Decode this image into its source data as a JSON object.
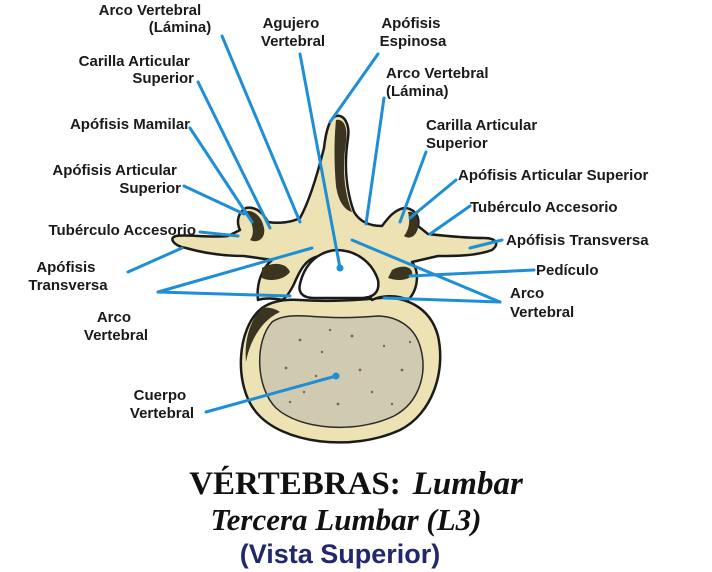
{
  "labels": {
    "arco_vertebral_lamina_left_1": "Arco Vertebral",
    "arco_vertebral_lamina_left_2": "(Lámina)",
    "agujero_vertebral_1": "Agujero",
    "agujero_vertebral_2": "Vertebral",
    "apofisis_espinosa_1": "Apófisis",
    "apofisis_espinosa_2": "Espinosa",
    "carilla_articular_superior_left_1": "Carilla Articular",
    "carilla_articular_superior_left_2": "Superior",
    "arco_vertebral_lamina_right_1": "Arco Vertebral",
    "arco_vertebral_lamina_right_2": "(Lámina)",
    "apofisis_mamilar": "Apófisis Mamilar",
    "carilla_articular_superior_right_1": "Carilla Articular",
    "carilla_articular_superior_right_2": "Superior",
    "apofisis_articular_superior_left_1": "Apófisis Articular",
    "apofisis_articular_superior_left_2": "Superior",
    "apofisis_articular_superior_right": "Apófisis Articular Superior",
    "tuberculo_accesorio_left": "Tubérculo Accesorio",
    "tuberculo_accesorio_right": "Tubérculo Accesorio",
    "apofisis_transversa_right": "Apófisis Transversa",
    "apofisis_transversa_left_1": "Apófisis",
    "apofisis_transversa_left_2": "Transversa",
    "pediculo": "Pedículo",
    "arco_vertebral_left_1": "Arco",
    "arco_vertebral_left_2": "Vertebral",
    "arco_vertebral_right_1": "Arco",
    "arco_vertebral_right_2": "Vertebral",
    "cuerpo_vertebral_1": "Cuerpo",
    "cuerpo_vertebral_2": "Vertebral"
  },
  "title": {
    "main": "VÉRTEBRAS:",
    "main_italic": "Lumbar",
    "subtitle": "Tercera Lumbar (L3)",
    "view": "(Vista Superior)"
  },
  "colors": {
    "leader": "#1e8fd6",
    "bone": "#ece2b4",
    "cancellous": "#cfcab0",
    "view_title": "#22286b"
  }
}
